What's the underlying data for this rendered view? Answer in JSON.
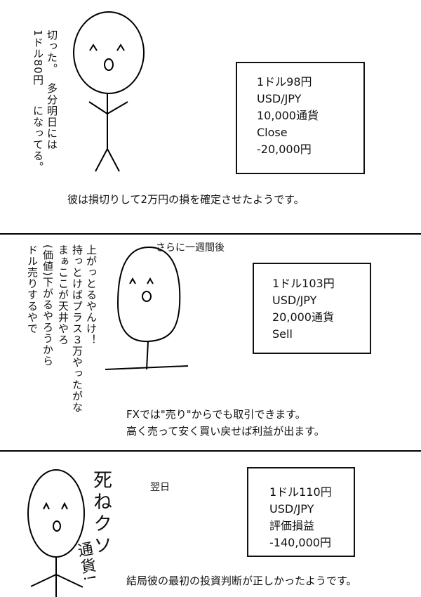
{
  "panel1": {
    "speech": [
      "切った。",
      "1ドル80円",
      "多分明日には",
      "になってる。"
    ],
    "box": [
      "1ドル98円",
      "USD/JPY",
      "10,000通貨",
      "Close",
      "-20,000円"
    ],
    "caption": "彼は損切りして2万円の損を確定させたようです。"
  },
  "panel2": {
    "label": "さらに一週間後",
    "speech": [
      "上がっとるやんけ！",
      "持っとけばプラス３万やったがな",
      "まぁここが天井やろ",
      "(価値)下がるやろうから",
      "ドル売りするやで"
    ],
    "box": [
      "1ドル103円",
      "USD/JPY",
      "20,000通貨",
      "Sell"
    ],
    "caption": [
      "FXでは\"売り\"からでも取引できます。",
      "高く売って安く買い戻せば利益が出ます。"
    ]
  },
  "panel3": {
    "label": "翌日",
    "handwriting": [
      "死ねクソ",
      "通貨!"
    ],
    "box": [
      "1ドル110円",
      "USD/JPY",
      "評価損益",
      "-140,000円"
    ],
    "caption": "結局彼の最初の投資判断が正しかったようです。"
  }
}
